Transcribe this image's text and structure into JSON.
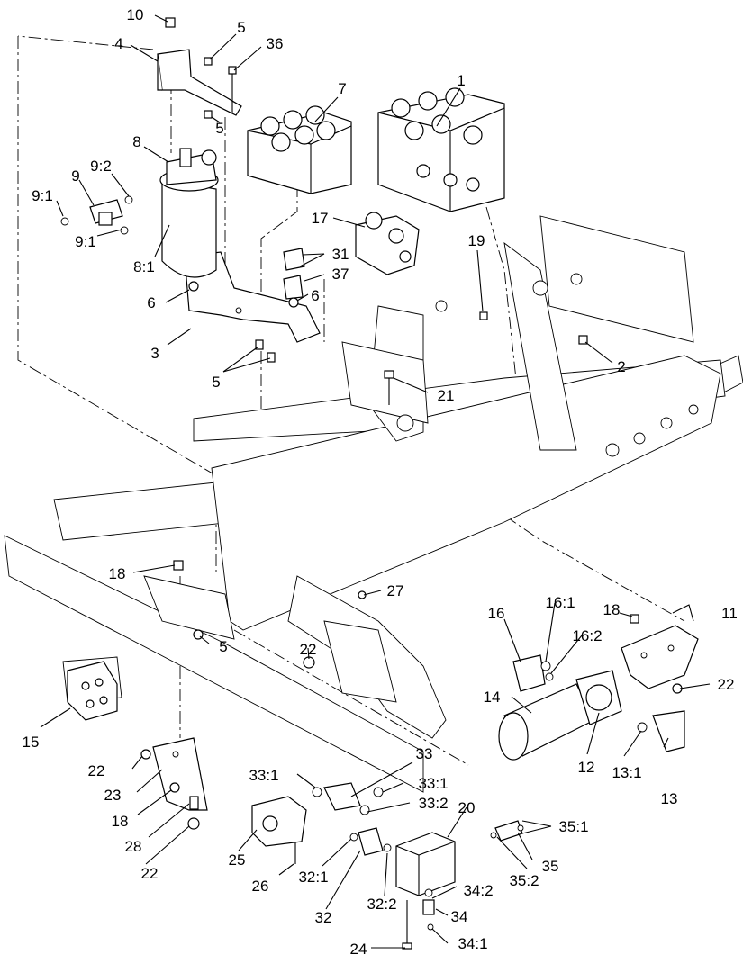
{
  "callouts": [
    {
      "id": "c10",
      "text": "10"
    },
    {
      "id": "c4",
      "text": "4"
    },
    {
      "id": "c5a",
      "text": "5"
    },
    {
      "id": "c36",
      "text": "36"
    },
    {
      "id": "c5b",
      "text": "5"
    },
    {
      "id": "c7",
      "text": "7"
    },
    {
      "id": "c1",
      "text": "1"
    },
    {
      "id": "c8",
      "text": "8"
    },
    {
      "id": "c9",
      "text": "9"
    },
    {
      "id": "c9_2",
      "text": "9:2"
    },
    {
      "id": "c9_1a",
      "text": "9:1"
    },
    {
      "id": "c9_1b",
      "text": "9:1"
    },
    {
      "id": "c8_1",
      "text": "8:1"
    },
    {
      "id": "c17",
      "text": "17"
    },
    {
      "id": "c31",
      "text": "31"
    },
    {
      "id": "c37",
      "text": "37"
    },
    {
      "id": "c6a",
      "text": "6"
    },
    {
      "id": "c6b",
      "text": "6"
    },
    {
      "id": "c19",
      "text": "19"
    },
    {
      "id": "c3",
      "text": "3"
    },
    {
      "id": "c5c",
      "text": "5"
    },
    {
      "id": "c2",
      "text": "2"
    },
    {
      "id": "c21",
      "text": "21"
    },
    {
      "id": "c18a",
      "text": "18"
    },
    {
      "id": "c27",
      "text": "27"
    },
    {
      "id": "c5d",
      "text": "5"
    },
    {
      "id": "c22a",
      "text": "22"
    },
    {
      "id": "c16",
      "text": "16"
    },
    {
      "id": "c16_1",
      "text": "16:1"
    },
    {
      "id": "c18b",
      "text": "18"
    },
    {
      "id": "c11",
      "text": "11"
    },
    {
      "id": "c16_2",
      "text": "16:2"
    },
    {
      "id": "c22b",
      "text": "22"
    },
    {
      "id": "c14",
      "text": "14"
    },
    {
      "id": "c15",
      "text": "15"
    },
    {
      "id": "c12",
      "text": "12"
    },
    {
      "id": "c13_1",
      "text": "13:1"
    },
    {
      "id": "c13",
      "text": "13"
    },
    {
      "id": "c33",
      "text": "33"
    },
    {
      "id": "c33_1a",
      "text": "33:1"
    },
    {
      "id": "c33_1b",
      "text": "33:1"
    },
    {
      "id": "c33_2",
      "text": "33:2"
    },
    {
      "id": "c22c",
      "text": "22"
    },
    {
      "id": "c23",
      "text": "23"
    },
    {
      "id": "c18c",
      "text": "18"
    },
    {
      "id": "c28",
      "text": "28"
    },
    {
      "id": "c22d",
      "text": "22"
    },
    {
      "id": "c25",
      "text": "25"
    },
    {
      "id": "c26",
      "text": "26"
    },
    {
      "id": "c20",
      "text": "20"
    },
    {
      "id": "c35_1",
      "text": "35:1"
    },
    {
      "id": "c35",
      "text": "35"
    },
    {
      "id": "c35_2",
      "text": "35:2"
    },
    {
      "id": "c32_1",
      "text": "32:1"
    },
    {
      "id": "c32",
      "text": "32"
    },
    {
      "id": "c32_2",
      "text": "32:2"
    },
    {
      "id": "c34_2",
      "text": "34:2"
    },
    {
      "id": "c34",
      "text": "34"
    },
    {
      "id": "c34_1",
      "text": "34:1"
    },
    {
      "id": "c24",
      "text": "24"
    }
  ]
}
